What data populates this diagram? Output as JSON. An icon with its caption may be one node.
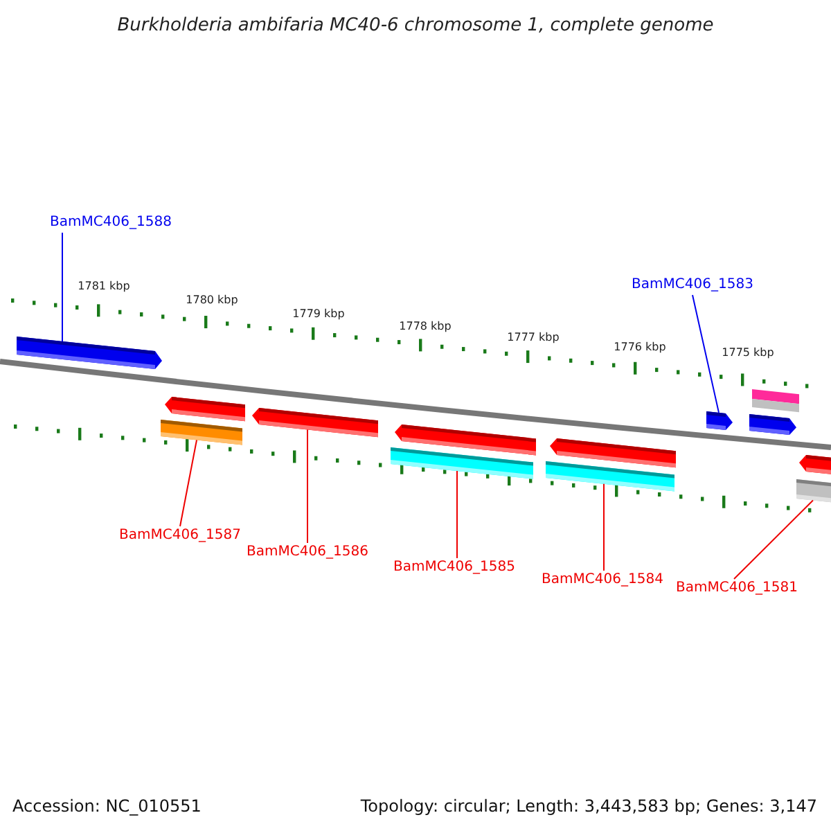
{
  "diagram": {
    "title": "Burkholderia ambifaria MC40-6 chromosome 1, complete genome",
    "nodes": [
      {
        "text": [
          "BamMC406_1588"
        ]
      },
      {
        "text": [
          "BamMC406_1583"
        ]
      },
      {
        "text": [
          "BamMC406_1587"
        ]
      },
      {
        "text": [
          "BamMC406_1586"
        ]
      },
      {
        "text": [
          "BamMC406_1585"
        ]
      },
      {
        "text": [
          "BamMC406_1584"
        ]
      },
      {
        "text": [
          "BamMC406_1581"
        ]
      },
      {
        "text": [],
        "shape": "bar"
      },
      {
        "text": [],
        "shape": "bar"
      },
      {
        "text": [],
        "shape": "bar"
      },
      {
        "text": [],
        "shape": "bar"
      },
      {
        "text": [],
        "shape": "bar"
      },
      {
        "text": [],
        "shape": "bar"
      },
      {
        "text": [],
        "shape": "bar"
      },
      {
        "text": [],
        "shape": "bar"
      },
      {
        "text": [],
        "shape": "bar"
      },
      {
        "text": [],
        "shape": "bar"
      },
      {
        "text": [],
        "shape": "bar"
      },
      {
        "text": [],
        "shape": "bar"
      },
      {
        "text": [],
        "shape": "bar"
      }
    ],
    "edges": [
      {
        "from": 0,
        "to": 7,
        "arrow": "none",
        "color": "#0000ee"
      },
      {
        "from": 1,
        "to": 15,
        "arrow": "none",
        "color": "#0000ee"
      },
      {
        "from": 2,
        "to": 9,
        "arrow": "none"
      },
      {
        "from": 3,
        "to": 10,
        "arrow": "none"
      },
      {
        "from": 4,
        "to": 12,
        "arrow": "none"
      },
      {
        "from": 5,
        "to": 14,
        "arrow": "none"
      },
      {
        "from": 6,
        "to": 19,
        "arrow": "none"
      }
    ],
    "labels": [
      "1781 kbp",
      "1780 kbp",
      "1779 kbp",
      "1778 kbp",
      "1777 kbp",
      "1776 kbp",
      "1775 kbp",
      "Accession: NC_010551",
      "Topology: circular; Length: 3,443,583 bp; Genes: 3,147"
    ]
  }
}
